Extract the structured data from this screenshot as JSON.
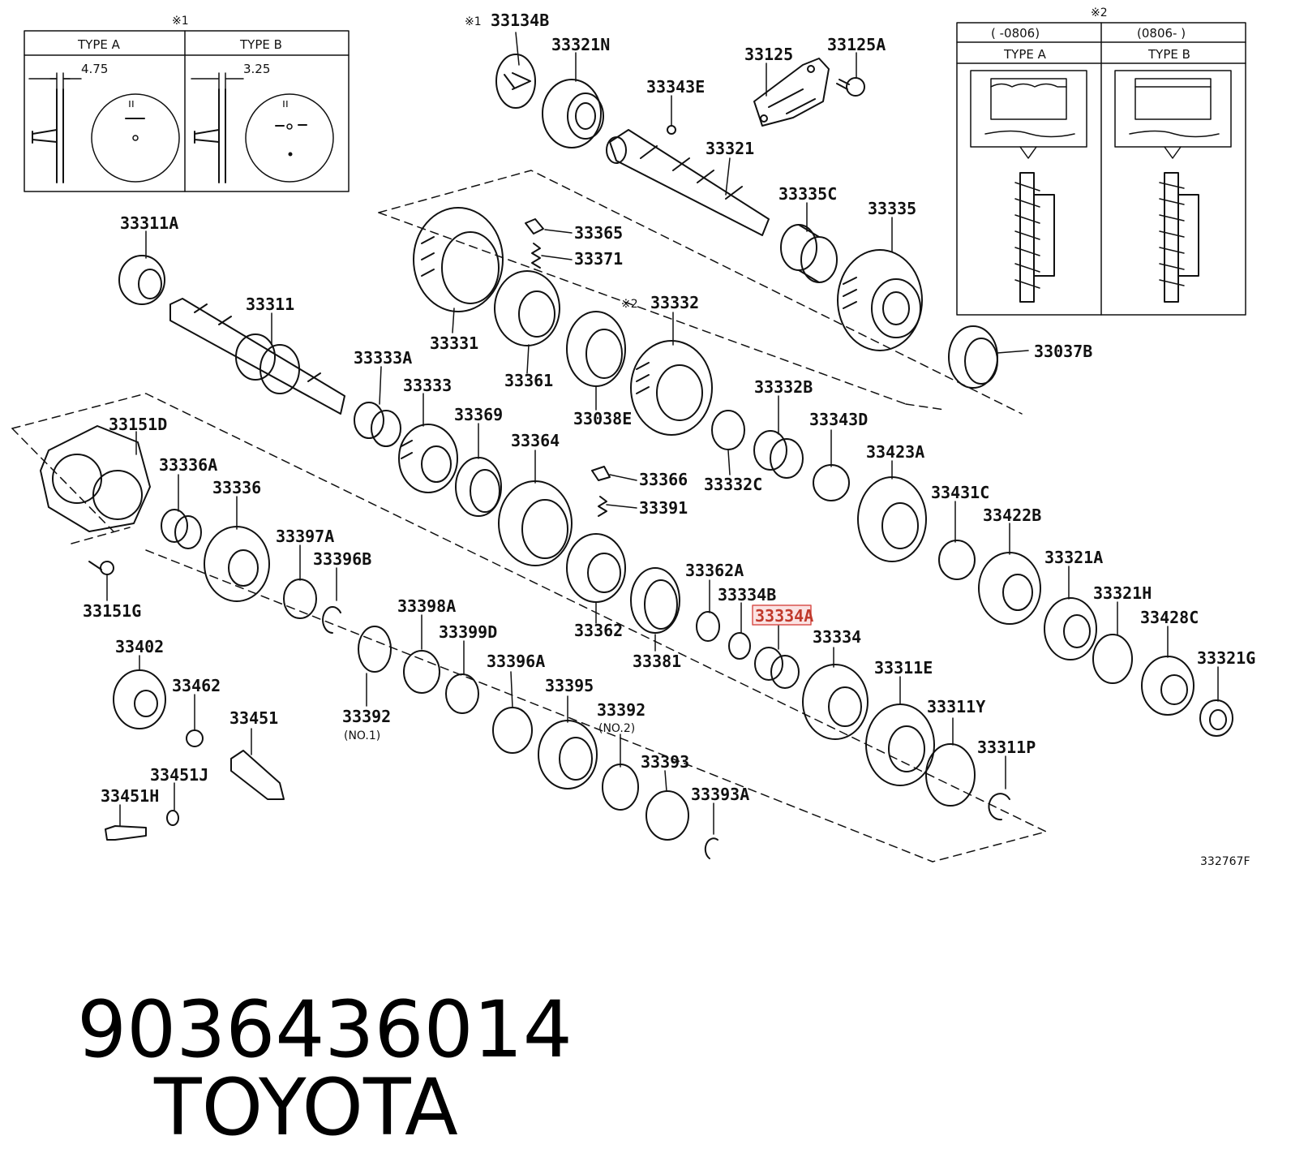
{
  "footer": {
    "part_number": "9036436014",
    "brand": "TOYOTA"
  },
  "diagram_code": "332767F",
  "highlighted_part": "33334A",
  "inset_left": {
    "mark": "※1",
    "type_a": "TYPE A",
    "type_b": "TYPE B",
    "dim_a": "4.75",
    "dim_b": "3.25",
    "face_mark": "ıı"
  },
  "inset_right": {
    "mark": "※2",
    "range_a": "(      -0806)",
    "range_b": "(0806-      )",
    "type_a": "TYPE A",
    "type_b": "TYPE B"
  },
  "labels": {
    "p33134B": "33134B",
    "p33134B_mark": "※1",
    "p33321N": "33321N",
    "p33125": "33125",
    "p33125A": "33125A",
    "p33343E": "33343E",
    "p33321": "33321",
    "p33335C": "33335C",
    "p33335": "33335",
    "p33037B": "33037B",
    "p33311A": "33311A",
    "p33311": "33311",
    "p33331": "33331",
    "p33365": "33365",
    "p33371": "33371",
    "p33361": "33361",
    "p33332": "33332",
    "p33332_mark": "※2",
    "p33038E": "33038E",
    "p33333A": "33333A",
    "p33333": "33333",
    "p33369": "33369",
    "p33364": "33364",
    "p33332B": "33332B",
    "p33343D": "33343D",
    "p33332C": "33332C",
    "p33366": "33366",
    "p33391": "33391",
    "p33423A": "33423A",
    "p33431C": "33431C",
    "p33422B": "33422B",
    "p33151D": "33151D",
    "p33336A": "33336A",
    "p33336": "33336",
    "p33397A": "33397A",
    "p33396B": "33396B",
    "p33151G": "33151G",
    "p33362": "33362",
    "p33362A": "33362A",
    "p33334B": "33334B",
    "p33334A": "33334A",
    "p33334": "33334",
    "p33381": "33381",
    "p33321A": "33321A",
    "p33321H": "33321H",
    "p33428C": "33428C",
    "p33321G": "33321G",
    "p33402": "33402",
    "p33462": "33462",
    "p33451": "33451",
    "p33398A": "33398A",
    "p33399D": "33399D",
    "p33392a": "33392",
    "p33392a_sub": "(NO.1)",
    "p33396A": "33396A",
    "p33395": "33395",
    "p33392b": "33392",
    "p33392b_sub": "(NO.2)",
    "p33393": "33393",
    "p33393A": "33393A",
    "p33311E": "33311E",
    "p33311Y": "33311Y",
    "p33311P": "33311P",
    "p33451J": "33451J",
    "p33451H": "33451H"
  }
}
